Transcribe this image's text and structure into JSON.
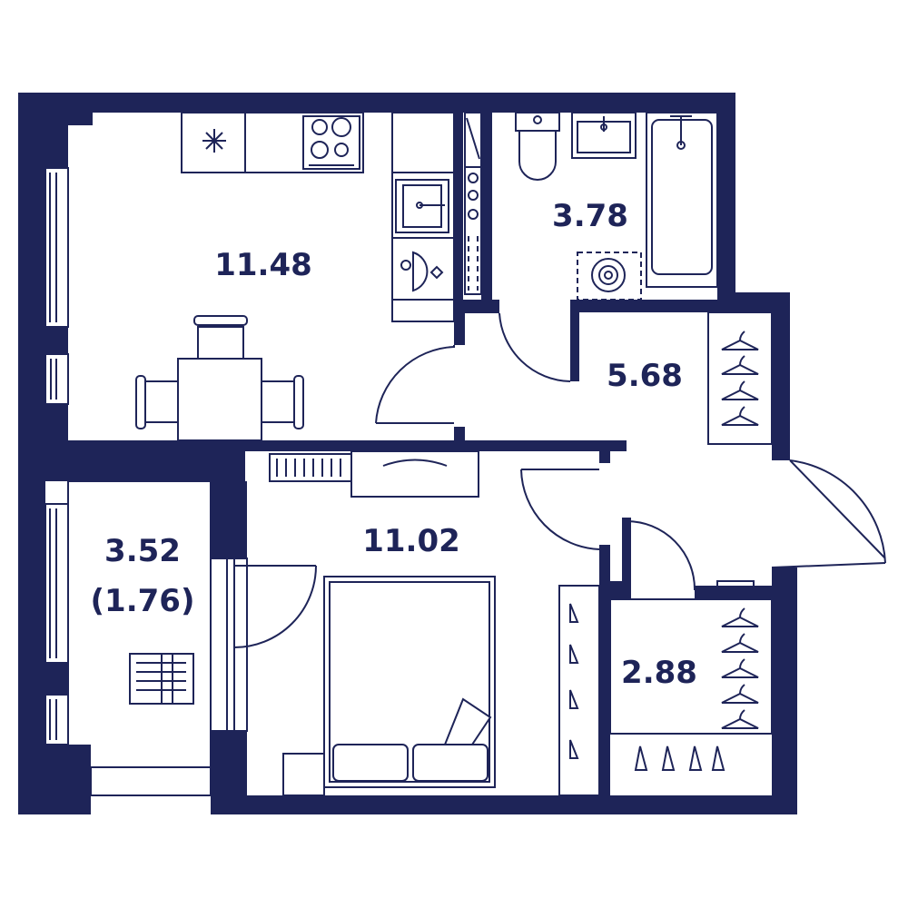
{
  "plan": {
    "colors": {
      "wall": "#1e2458",
      "line": "#1e2458",
      "background": "#ffffff"
    },
    "rooms": {
      "kitchen": {
        "area": "11.48",
        "fixtures": [
          "fridge-icon",
          "cooktop-icon",
          "sink-icon",
          "dishwasher-icon",
          "oven-icon",
          "dining-table-icon",
          "chair-icon"
        ]
      },
      "bathroom": {
        "area": "3.78",
        "fixtures": [
          "toilet-icon",
          "sink-icon",
          "bathtub-icon",
          "washing-machine-icon"
        ]
      },
      "hallway": {
        "area": "5.68",
        "fixtures": [
          "wardrobe-icon",
          "hanger-icon"
        ]
      },
      "bedroom": {
        "area": "11.02",
        "fixtures": [
          "double-bed-icon",
          "radiator-icon",
          "air-conditioner-icon",
          "nightstand-icon",
          "wardrobe-icon"
        ]
      },
      "balcony": {
        "area": "3.52",
        "area_note": "(1.76)",
        "fixtures": [
          "lounge-chair-icon"
        ]
      },
      "closet": {
        "area": "2.88",
        "fixtures": [
          "hanger-icon"
        ]
      }
    }
  }
}
